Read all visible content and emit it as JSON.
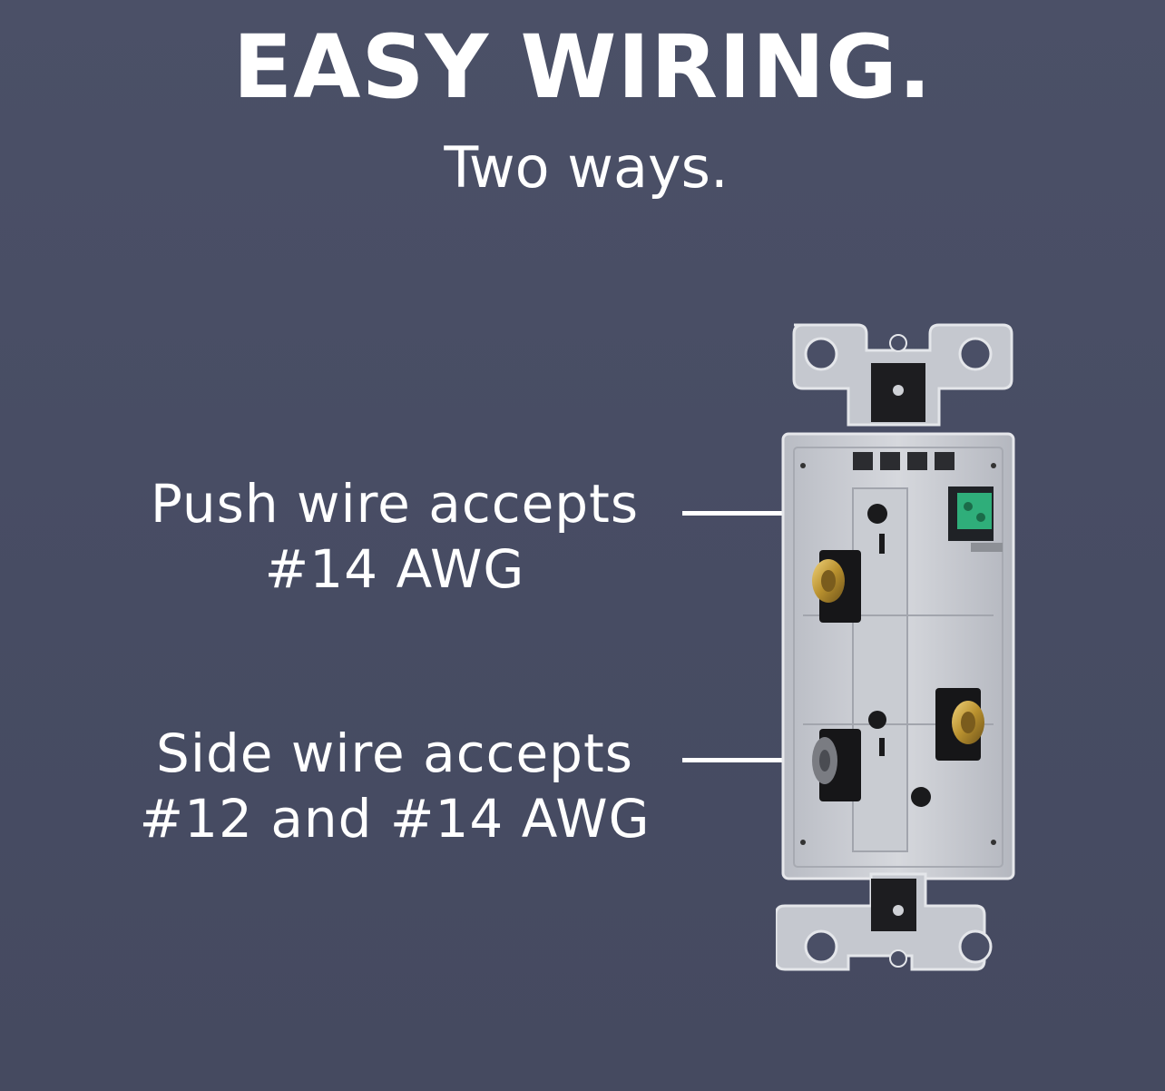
{
  "headline": "EASY WIRING.",
  "subheadline": "Two ways.",
  "callouts": {
    "push_wire": {
      "line1": "Push wire accepts",
      "line2": "#14 AWG"
    },
    "side_wire": {
      "line1": "Side wire accepts",
      "line2": "#12 and #14 AWG"
    }
  },
  "colors": {
    "background": "#4a4f66",
    "text": "#ffffff",
    "brass_terminal": "#c9a23c",
    "ground_terminal": "#2fae7a"
  }
}
